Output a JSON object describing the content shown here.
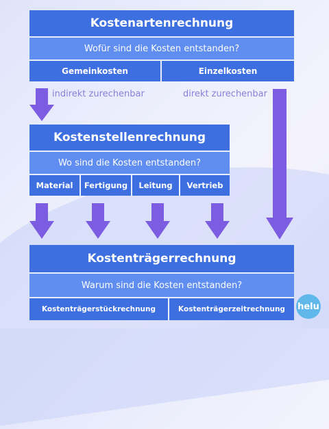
{
  "boxes": {
    "kostenarten": {
      "title": "Kostenartenrechnung",
      "question": "Wofür sind die Kosten entstanden?",
      "categories": [
        "Gemeinkosten",
        "Einzelkosten"
      ]
    },
    "kostenstellen": {
      "title": "Kostenstellenrechnung",
      "question": "Wo sind die Kosten entstanden?",
      "categories": [
        "Material",
        "Fertigung",
        "Leitung",
        "Vertrieb"
      ]
    },
    "kostentraeger": {
      "title": "Kostenträgerrechnung",
      "question": "Warum sind die Kosten entstanden?",
      "categories": [
        "Kostenträgerstückrechnung",
        "Kostenträgerzeitrechnung"
      ]
    }
  },
  "labels": {
    "indirect": "indirekt zurechenbar",
    "direct": "direkt zurechenbar"
  },
  "logo": "helu",
  "colors": {
    "title_bg": "#3d6fe0",
    "question_bg": "#5f8df0",
    "arrow": "#7c5ce0",
    "label_text": "#8a7fdb",
    "logo_bg": "#5fb8e9"
  }
}
